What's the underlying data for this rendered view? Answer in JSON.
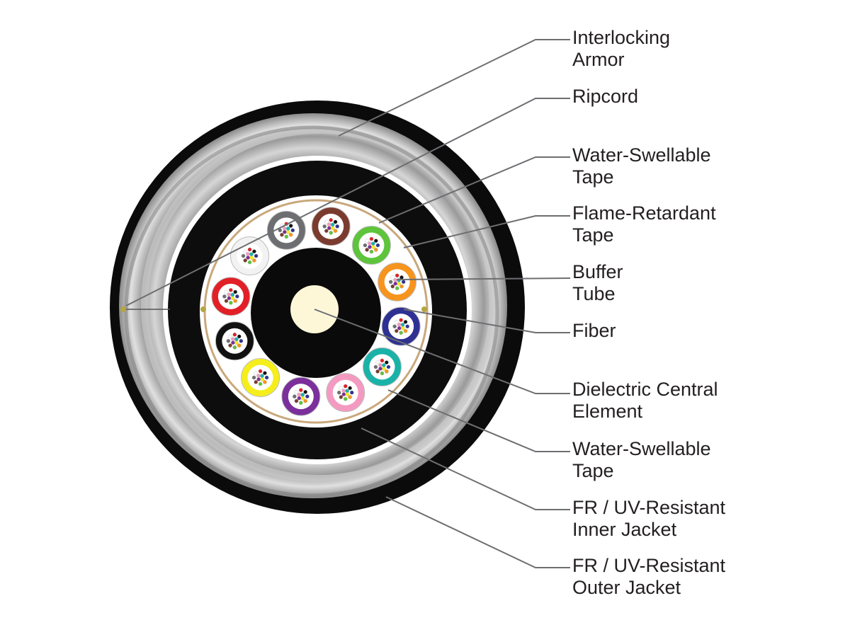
{
  "labels": [
    {
      "id": "interlocking-armor",
      "lines": [
        "Interlocking",
        "Armor"
      ]
    },
    {
      "id": "ripcord",
      "lines": [
        "Ripcord"
      ]
    },
    {
      "id": "water-swellable-tape-outer",
      "lines": [
        "Water-Swellable",
        "Tape"
      ]
    },
    {
      "id": "flame-retardant-tape",
      "lines": [
        "Flame-Retardant",
        "Tape"
      ]
    },
    {
      "id": "buffer-tube",
      "lines": [
        "Buffer",
        "Tube"
      ]
    },
    {
      "id": "fiber",
      "lines": [
        "Fiber"
      ]
    },
    {
      "id": "dielectric-central-element",
      "lines": [
        "Dielectric Central",
        "Element"
      ]
    },
    {
      "id": "water-swellable-tape-inner",
      "lines": [
        "Water-Swellable",
        "Tape"
      ]
    },
    {
      "id": "fr-uv-inner-jacket",
      "lines": [
        "FR / UV-Resistant",
        "Inner Jacket"
      ]
    },
    {
      "id": "fr-uv-outer-jacket",
      "lines": [
        "FR / UV-Resistant",
        "Outer Jacket"
      ]
    }
  ],
  "colors": {
    "outer_jacket": "#0b0b0b",
    "armor_light": "#d9d9d9",
    "armor_mid": "#a8a8a8",
    "inner_jacket": "#0d0d0d",
    "tape": "#ffffff",
    "core_black": "#0a0a0a",
    "central_element": "#fdf7d8",
    "leader_line": "#6d6e71",
    "label_text": "#231f20"
  },
  "buffer_tubes": [
    {
      "name": "brown-buffer-tube",
      "color": "#7a3b2e"
    },
    {
      "name": "green-buffer-tube",
      "color": "#5ec43b"
    },
    {
      "name": "orange-buffer-tube",
      "color": "#f7941d"
    },
    {
      "name": "blue-buffer-tube",
      "color": "#2e3192"
    },
    {
      "name": "aqua-buffer-tube",
      "color": "#1ab2a8"
    },
    {
      "name": "rose-buffer-tube",
      "color": "#f49ac1"
    },
    {
      "name": "violet-buffer-tube",
      "color": "#7b2f9b"
    },
    {
      "name": "yellow-buffer-tube",
      "color": "#f5ee1b"
    },
    {
      "name": "black-buffer-tube",
      "color": "#111111"
    },
    {
      "name": "red-buffer-tube",
      "color": "#e21f26"
    },
    {
      "name": "white-buffer-tube",
      "color": "#f2f2f2"
    },
    {
      "name": "slate-buffer-tube",
      "color": "#6d6e71"
    }
  ],
  "fiber_colors": [
    "#2e3192",
    "#f7941d",
    "#5ec43b",
    "#7a3b2e",
    "#6d6e71",
    "#ffffff",
    "#e21f26",
    "#111111",
    "#f5ee1b",
    "#7b2f9b",
    "#f49ac1",
    "#1ab2a8"
  ]
}
